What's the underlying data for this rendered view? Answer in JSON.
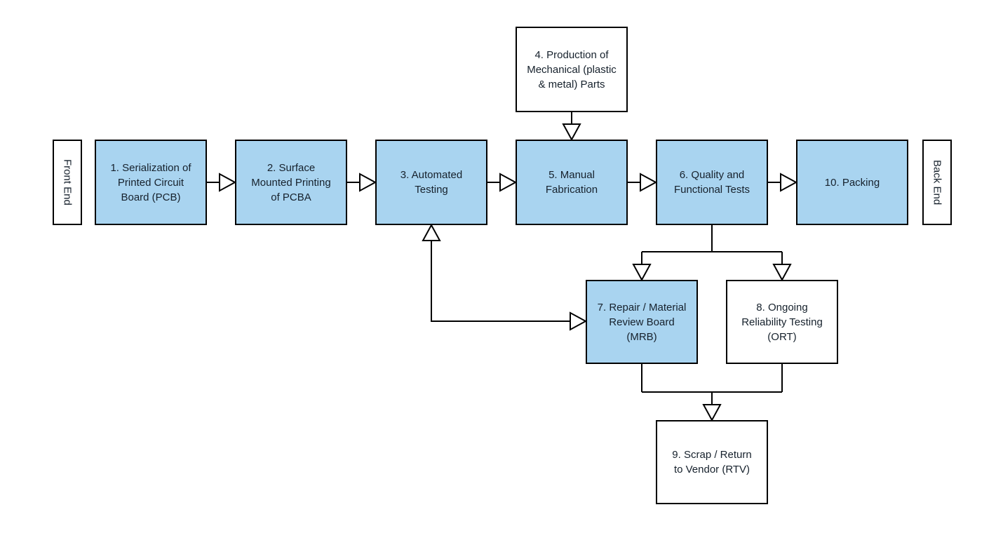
{
  "diagram": {
    "type": "flowchart",
    "lanes": {
      "front_end": "Front End",
      "back_end": "Back End"
    },
    "nodes": [
      {
        "id": "1",
        "label": "1. Serialization of Printed Circuit Board (PCB)",
        "fill": "blue"
      },
      {
        "id": "2",
        "label": "2. Surface Mounted Printing of PCBA",
        "fill": "blue"
      },
      {
        "id": "3",
        "label": "3. Automated Testing",
        "fill": "blue"
      },
      {
        "id": "4",
        "label": "4. Production of Mechanical (plastic & metal) Parts",
        "fill": "white"
      },
      {
        "id": "5",
        "label": "5. Manual Fabrication",
        "fill": "blue"
      },
      {
        "id": "6",
        "label": "6. Quality and Functional Tests",
        "fill": "blue"
      },
      {
        "id": "7",
        "label": "7. Repair / Material Review Board (MRB)",
        "fill": "blue"
      },
      {
        "id": "8",
        "label": "8. Ongoing Reliability Testing (ORT)",
        "fill": "white"
      },
      {
        "id": "9",
        "label": "9. Scrap / Return to Vendor (RTV)",
        "fill": "white"
      },
      {
        "id": "10",
        "label": "10. Packing",
        "fill": "blue"
      }
    ],
    "edges": [
      {
        "from": "1",
        "to": "2"
      },
      {
        "from": "2",
        "to": "3"
      },
      {
        "from": "3",
        "to": "5"
      },
      {
        "from": "4",
        "to": "5"
      },
      {
        "from": "5",
        "to": "6"
      },
      {
        "from": "6",
        "to": "10"
      },
      {
        "from": "6",
        "to": "7"
      },
      {
        "from": "6",
        "to": "8"
      },
      {
        "from": "7",
        "to": "3",
        "style": "double-headed"
      },
      {
        "from": "7",
        "to": "9"
      },
      {
        "from": "8",
        "to": "9"
      }
    ],
    "colors": {
      "node_fill_blue": "#a9d4f0",
      "node_fill_white": "#ffffff",
      "node_border": "#000000",
      "connector": "#000000",
      "text": "#16212c",
      "background": "#ffffff"
    }
  }
}
